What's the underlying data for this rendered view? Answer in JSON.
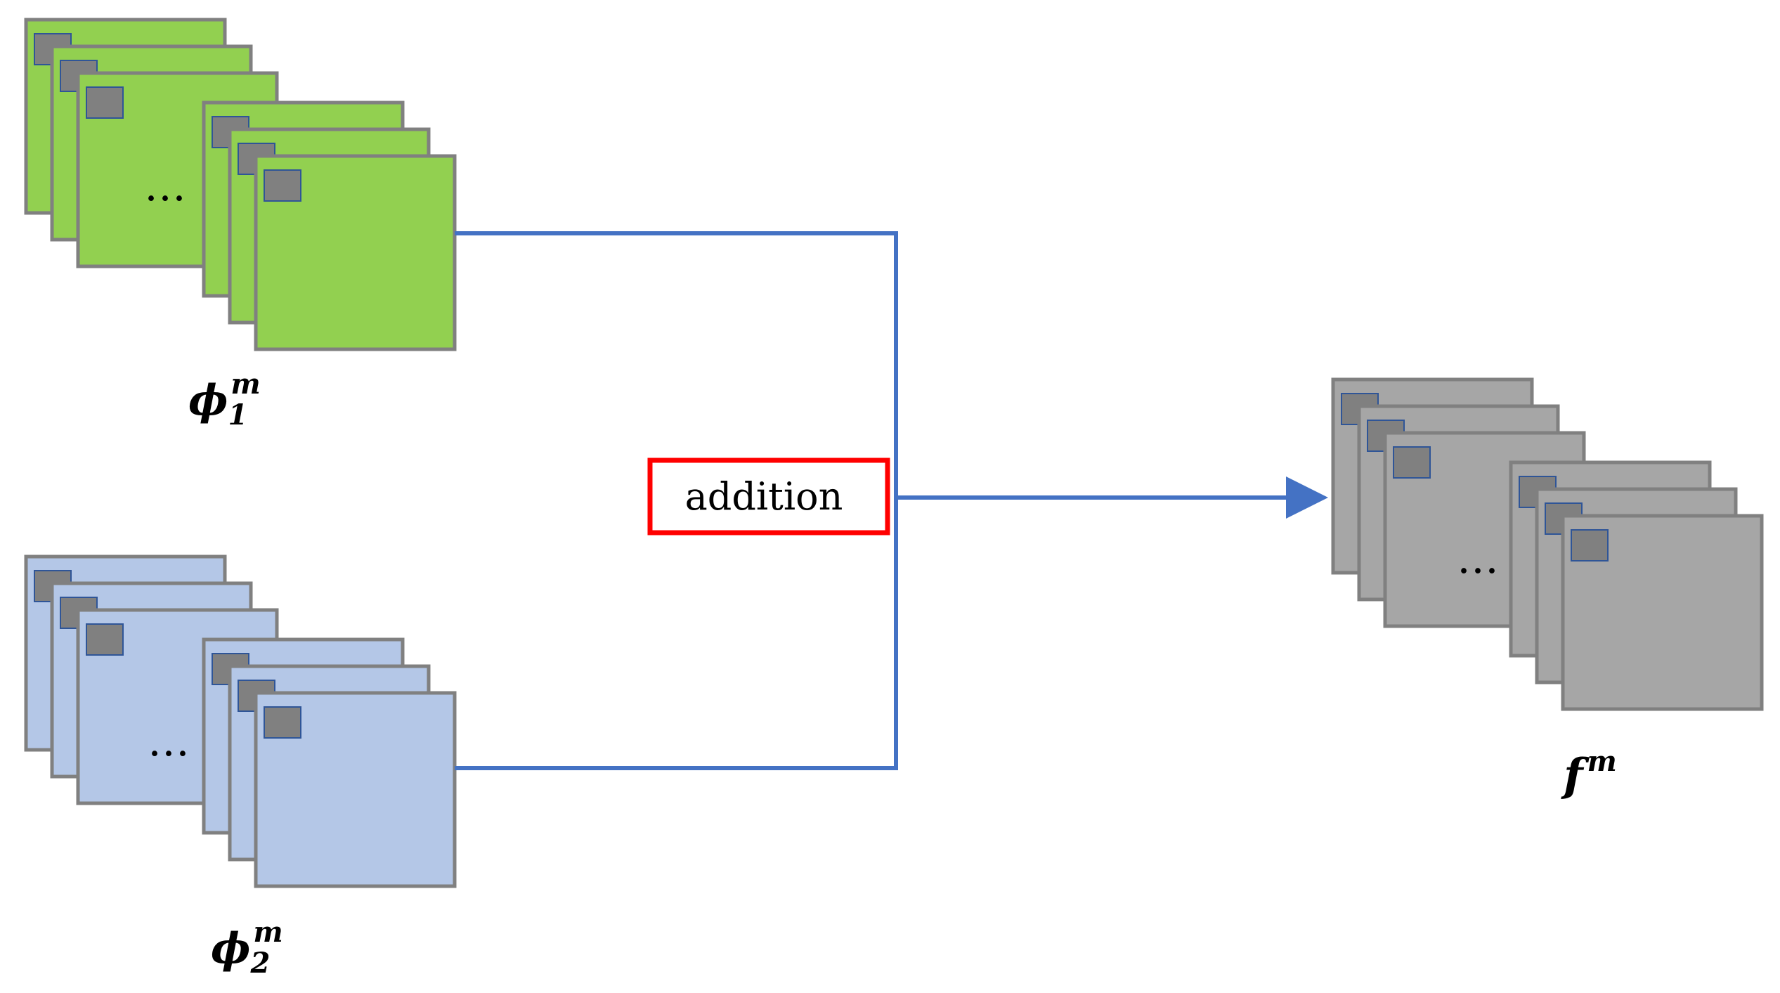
{
  "diagram": {
    "addition_label": "addition",
    "ellipsis": "…",
    "phi1_label": {
      "base": "ϕ",
      "sub": "1",
      "sup": "m"
    },
    "phi2_label": {
      "base": "ϕ",
      "sub": "2",
      "sup": "m"
    },
    "f_label": {
      "base": "f",
      "sup": "m"
    },
    "colors": {
      "phi1_fill": "#92d050",
      "phi2_fill": "#b4c7e7",
      "f_fill": "#a6a6a6",
      "frame_border": "#808080",
      "patch_fill": "#808080",
      "patch_border": "#2f5597",
      "connector": "#4472c4",
      "addition_border": "#ff0000"
    }
  }
}
